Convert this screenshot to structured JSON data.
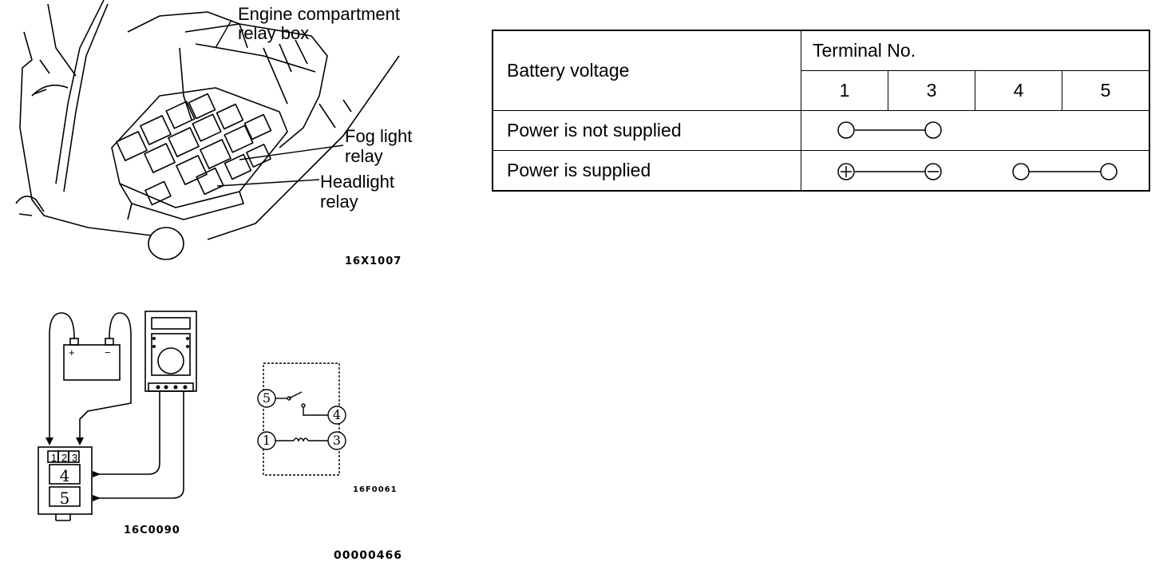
{
  "relay_location_figure": {
    "label_relay_box_line1": "Engine compartment",
    "label_relay_box_line2": "relay box",
    "label_fog_line1": "Fog light",
    "label_fog_line2": "relay",
    "label_head_line1": "Headlight",
    "label_head_line2": "relay",
    "figure_code": "16X1007"
  },
  "test_setup_figure": {
    "battery_plus": "+",
    "battery_minus": "−",
    "relay_terminals_top": [
      "1",
      "2",
      "3"
    ],
    "relay_terminals_side": [
      "4",
      "5"
    ],
    "figure_code": "16C0090"
  },
  "relay_schematic": {
    "terminal_labels": [
      "5",
      "4",
      "1",
      "3"
    ],
    "figure_code": "16F0061"
  },
  "document_code": "00000466",
  "continuity_table": {
    "header_row_label": "Battery voltage",
    "terminal_header": "Terminal No.",
    "terminals": [
      "1",
      "3",
      "4",
      "5"
    ],
    "rows": [
      {
        "label": "Power is not supplied",
        "connections": [
          {
            "from": "1",
            "to": "3",
            "from_symbol": "",
            "to_symbol": ""
          }
        ]
      },
      {
        "label": "Power is supplied",
        "connections": [
          {
            "from": "1",
            "to": "3",
            "from_symbol": "+",
            "to_symbol": "−"
          },
          {
            "from": "4",
            "to": "5",
            "from_symbol": "",
            "to_symbol": ""
          }
        ]
      }
    ]
  }
}
